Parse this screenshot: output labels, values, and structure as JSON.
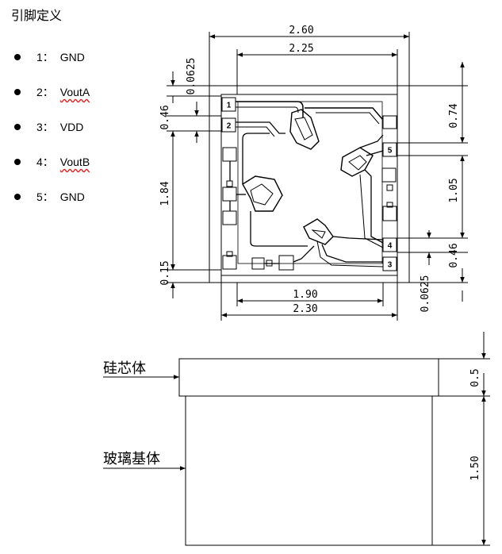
{
  "heading": "引脚定义",
  "pins": [
    {
      "num": "1：",
      "name": "GND",
      "squiggle": false
    },
    {
      "num": "2：",
      "name": "VoutA",
      "squiggle": true
    },
    {
      "num": "3：",
      "name": "VDD",
      "squiggle": false
    },
    {
      "num": "4：",
      "name": "VoutB",
      "squiggle": true
    },
    {
      "num": "5：",
      "name": "GND",
      "squiggle": false
    }
  ],
  "top_view": {
    "dims": {
      "outer_width": "2.60",
      "inner_width": "2.25",
      "bottom_inner_width": "1.90",
      "bottom_outer_width": "2.30",
      "left_top_offset": "0.0625",
      "left_pad_pitch": "0.46",
      "left_span": "1.84",
      "left_bottom": "0.15",
      "right_top": "0.74",
      "right_mid": "1.05",
      "right_pad_pitch": "0.46",
      "right_bottom_offset": "0.0625"
    },
    "pad_labels": [
      "1",
      "2",
      "3",
      "4",
      "5"
    ]
  },
  "side_view": {
    "silicon_label": "硅芯体",
    "glass_label": "玻璃基体",
    "silicon_thickness": "0.5",
    "glass_thickness": "1.50"
  }
}
